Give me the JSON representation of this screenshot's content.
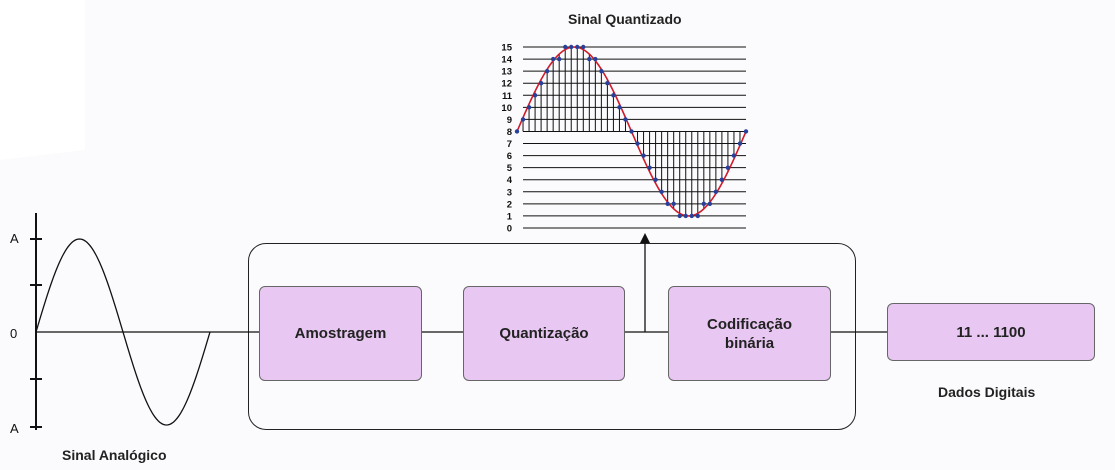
{
  "analog": {
    "title": "Sinal Analógico",
    "tick_top": "A",
    "tick_zero": "0",
    "tick_bottom": "A"
  },
  "quantized": {
    "title": "Sinal Quantizado",
    "levels": [
      "0",
      "1",
      "2",
      "3",
      "4",
      "5",
      "6",
      "7",
      "8",
      "9",
      "10",
      "11",
      "12",
      "13",
      "14",
      "15"
    ]
  },
  "blocks": {
    "sampling": "Amostragem",
    "quantization": "Quantização",
    "encoding_line1": "Codificação",
    "encoding_line2": "binária",
    "output": "11 ... 1100"
  },
  "output_label": "Dados Digitais",
  "colors": {
    "block_fill": "#e8c8f2",
    "sine_curve": "#d11a2a",
    "sample_dot": "#2a3f9a"
  }
}
